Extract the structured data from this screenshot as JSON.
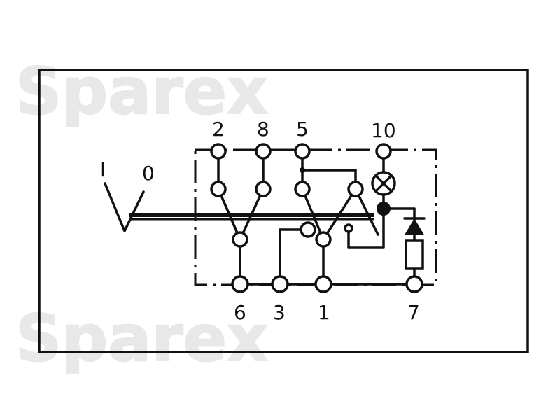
{
  "watermark": {
    "text": "Sparex"
  },
  "switch": {
    "position_on": "I",
    "position_off": "0"
  },
  "terminals": {
    "t2": "2",
    "t8": "8",
    "t5": "5",
    "t10": "10",
    "t6": "6",
    "t3": "3",
    "t1": "1",
    "t7": "7"
  },
  "colors": {
    "ink": "#111111",
    "watermark": "#e8e8e8",
    "background": "#ffffff"
  },
  "icons": [
    "lamp-icon",
    "diode-icon",
    "resistor-icon",
    "switch-lever-icon"
  ]
}
